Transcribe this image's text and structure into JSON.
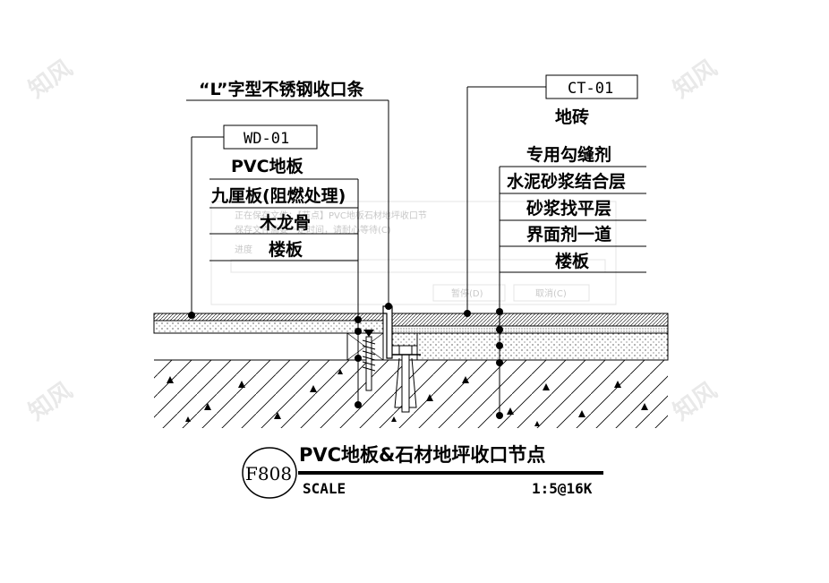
{
  "labels": {
    "l_strip": "“L”字型不锈钢收口条",
    "wd_code": "WD-01",
    "pvc": "PVC地板",
    "jiuli": "九厘板(阻燃处理)",
    "keel": "木龙骨",
    "slab_left": "楼板",
    "ct_code": "CT-01",
    "tile": "地砖",
    "grout": "专用勾缝剂",
    "mortar_bond": "水泥砂浆结合层",
    "mortar_level": "砂浆找平层",
    "interface": "界面剂一道",
    "slab_right": "楼板"
  },
  "title_block": {
    "code": "F808",
    "title": "PVC地板&石材地坪收口节点",
    "scale_label": "SCALE",
    "scale_value": "1:5@16K"
  },
  "ghost_dialog": {
    "line1": "正在保存文件：【节点】PVC地板石材地坪收口节",
    "line2": "保存文件需要一定时间，请耐心等待(C)",
    "progress_label": "进度",
    "pause_btn": "暂停(D)",
    "cancel_btn": "取消(C)"
  },
  "watermark": "知风",
  "colors": {
    "line": "#000000",
    "ghost": "#c8c8c8",
    "watermark": "#e9e9e9"
  }
}
